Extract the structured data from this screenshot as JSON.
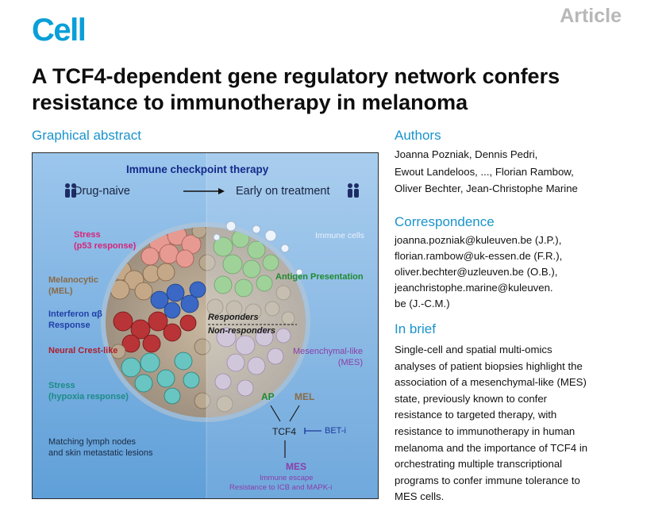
{
  "header": {
    "journal": "Cell",
    "article_type": "Article",
    "title": "A TCF4-dependent gene regulatory network confers resistance to immunotherapy in melanoma"
  },
  "graphical_abstract": {
    "heading": "Graphical abstract",
    "therapy_title": "Immune checkpoint therapy",
    "drug_naive": "Drug-naive",
    "early_on_treatment": "Early on treatment",
    "left_states": {
      "stress_p53": [
        "Stress",
        "(p53 response)"
      ],
      "melanocytic": [
        "Melanocytic",
        "(MEL)"
      ],
      "interferon": [
        "Interferon αβ",
        "Response"
      ],
      "neural_crest": "Neural Crest-like",
      "stress_hypoxia": [
        "Stress",
        "(hypoxia response)"
      ]
    },
    "right_states": {
      "immune_cells": "Immune cells",
      "antigen_presentation": "Antigen Presentation",
      "responders": "Responders",
      "non_responders": "Non-responders",
      "mesenchymal": [
        "Mesenchymal-like",
        "(MES)"
      ]
    },
    "network": {
      "ap": "AP",
      "mel": "MEL",
      "tcf4": "TCF4",
      "bet_inhibitor": "BET-i",
      "mes": "MES",
      "mes_line1": "Immune escape",
      "mes_line2": "Resistance to ICB and MAPK-i"
    },
    "lymph_note": [
      "Matching lymph nodes",
      "and skin metastatic lesions"
    ],
    "colors": {
      "stress": "#d8247a",
      "melanocytic": "#8a6a46",
      "interferon": "#2040a8",
      "neural_crest": "#b01e2c",
      "hypoxia": "#1c8c86",
      "antigen": "#1f8a2e",
      "mesenchymal": "#8a3ea8",
      "accent": "#1a93cc"
    }
  },
  "authors": {
    "heading": "Authors",
    "lines": [
      "Joanna Pozniak, Dennis Pedri,",
      "Ewout Landeloos, ..., Florian Rambow,",
      "Oliver Bechter, Jean-Christophe Marine"
    ]
  },
  "correspondence": {
    "heading": "Correspondence",
    "lines": [
      "joanna.pozniak@kuleuven.be (J.P.),",
      "florian.rambow@uk-essen.de (F.R.),",
      "oliver.bechter@uzleuven.be (O.B.),",
      "jeanchristophe.marine@kuleuven.",
      "be (J.-C.M.)"
    ]
  },
  "in_brief": {
    "heading": "In brief",
    "lines": [
      "Single-cell and spatial multi-omics",
      "analyses of patient biopsies highlight the",
      "association of a mesenchymal-like (MES)",
      "state, previously known to confer",
      "resistance to targeted therapy, with",
      "resistance to immunotherapy in human",
      "melanoma and the importance of TCF4 in",
      "orchestrating multiple transcriptional",
      "programs to confer immune tolerance to",
      "MES cells."
    ]
  }
}
